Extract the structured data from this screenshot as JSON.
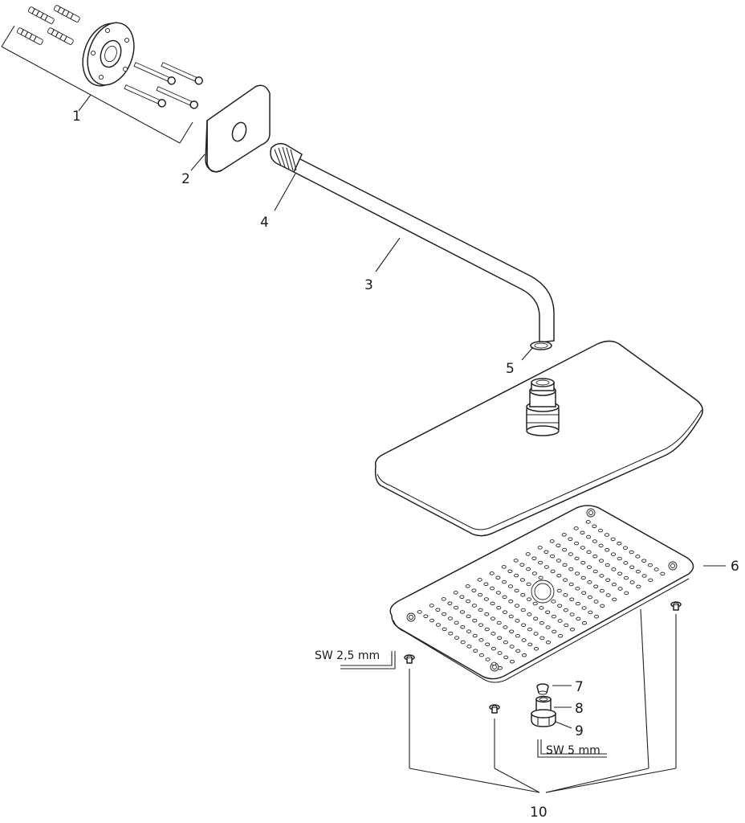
{
  "parts": [
    {
      "id": "part-1",
      "label": "1"
    },
    {
      "id": "part-2",
      "label": "2"
    },
    {
      "id": "part-3",
      "label": "3"
    },
    {
      "id": "part-4",
      "label": "4"
    },
    {
      "id": "part-5",
      "label": "5"
    },
    {
      "id": "part-6",
      "label": "6"
    },
    {
      "id": "part-7",
      "label": "7"
    },
    {
      "id": "part-8",
      "label": "8"
    },
    {
      "id": "part-9",
      "label": "9"
    },
    {
      "id": "part-10",
      "label": "10"
    }
  ],
  "tools": {
    "hex_key_small": "SW 2,5 mm",
    "hex_key_large": "SW 5 mm"
  }
}
